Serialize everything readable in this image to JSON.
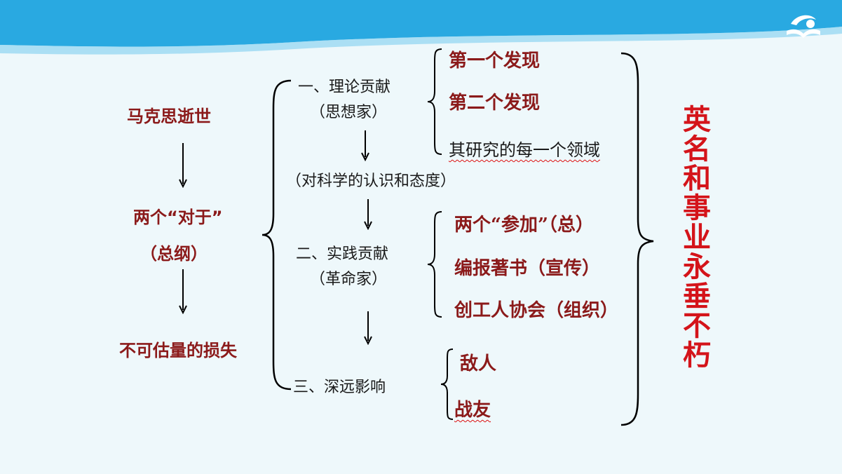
{
  "left_chain": {
    "event": "马克思逝世",
    "two_regarding": "两个“对于”",
    "outline": "（总纲）",
    "loss": "不可估量的损失"
  },
  "middle": {
    "theory": "一、理论贡献",
    "theory_role": "（思想家）",
    "attitude": "（对科学的认识和态度）",
    "practice": "二、实践贡献",
    "practice_role": "（革命家）",
    "influence": "三、深远影响"
  },
  "theory_items": [
    "第一个发现",
    "第二个发现",
    "其研究的每一个领域"
  ],
  "practice_items": [
    "两个“参加”（总）",
    "编报著书（宣传）",
    "创工人协会（组织）"
  ],
  "influence_items": [
    "敌人",
    "战友"
  ],
  "conclusion": "英名和事业永垂不朽",
  "colors": {
    "banner": "#29a9e1",
    "dark_red": "#8b1a1a",
    "bright_red": "#d4141a",
    "background": "#eef8fb"
  }
}
